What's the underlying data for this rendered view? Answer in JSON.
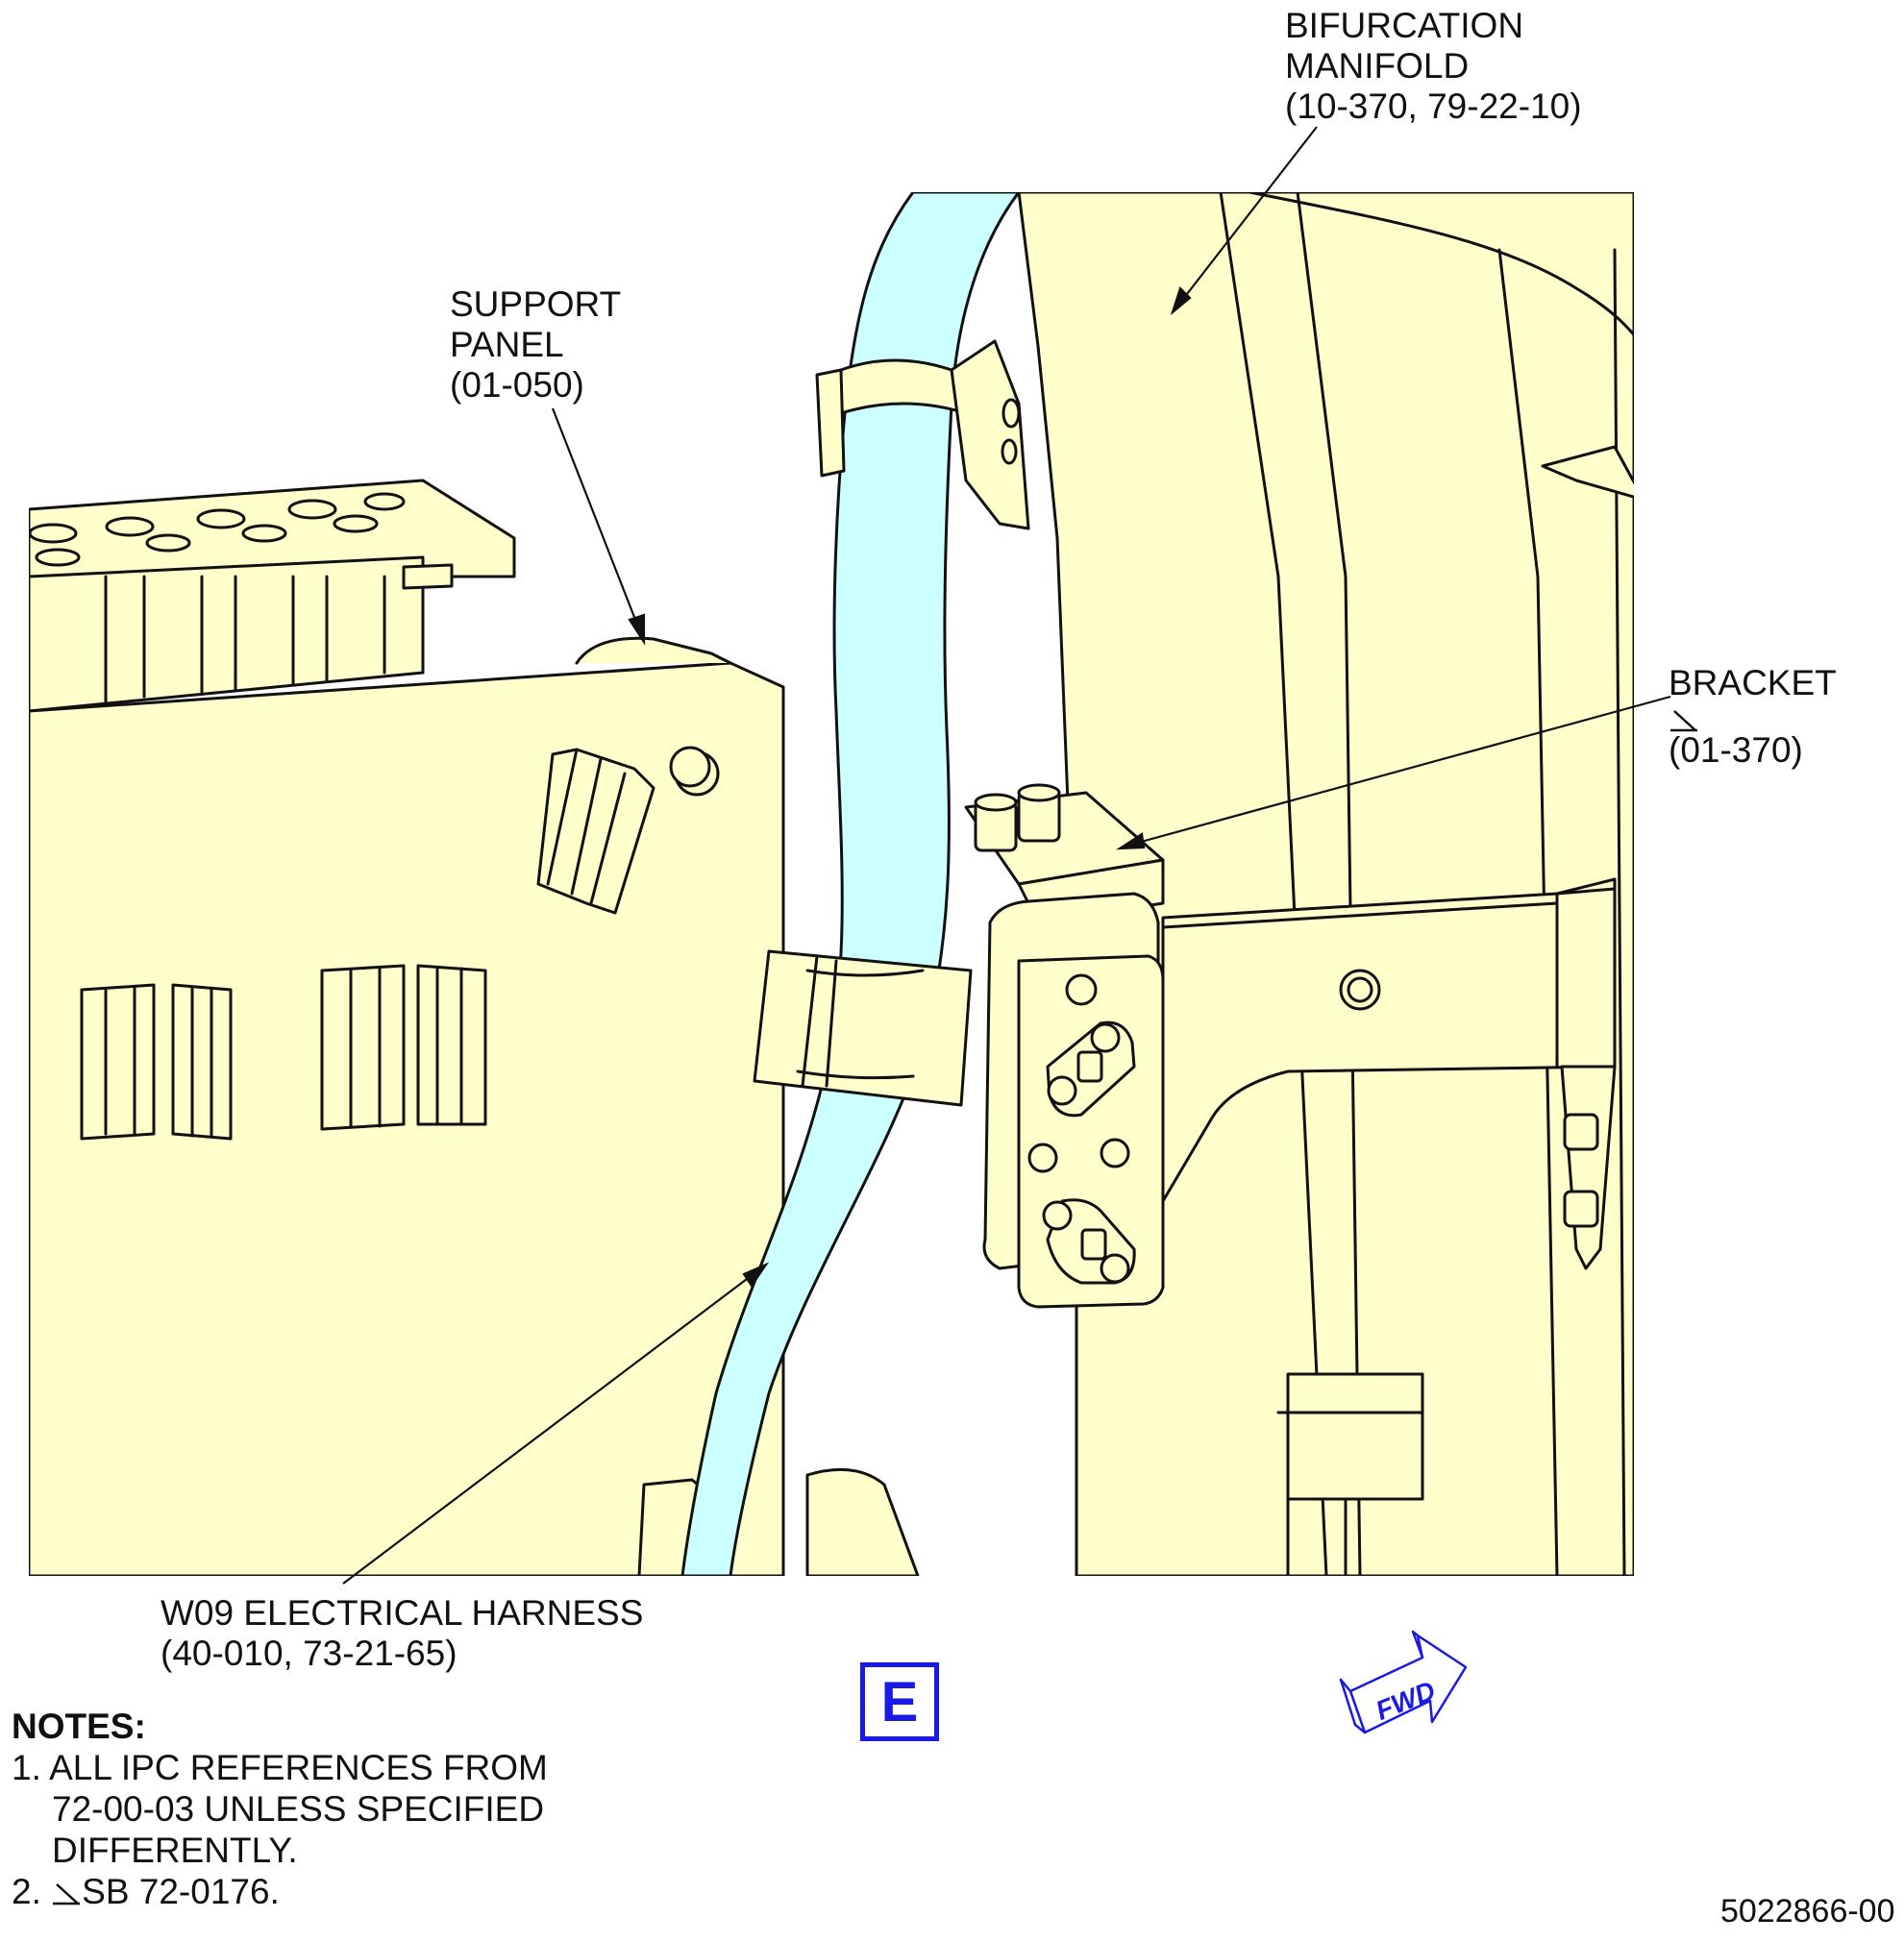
{
  "callouts": {
    "bifurcation": {
      "line1": "BIFURCATION",
      "line2": "MANIFOLD",
      "line3": "(10-370, 79-22-10)"
    },
    "support": {
      "line1": "SUPPORT",
      "line2": "PANEL",
      "line3": "(01-050)"
    },
    "bracket": {
      "line1": "BRACKET",
      "line2": "(01-370)"
    },
    "harness": {
      "line1": "W09 ELECTRICAL HARNESS",
      "line2": "(40-010, 73-21-65)"
    }
  },
  "view_label": "E",
  "fwd_label": "FWD",
  "notes": {
    "heading": "NOTES:",
    "n1a": "1. ALL IPC REFERENCES FROM",
    "n1b": "72-00-03 UNLESS SPECIFIED",
    "n1c": "DIFFERENTLY.",
    "n2_prefix": "2.",
    "n2": "SB 72-0176."
  },
  "figure_id": "5022866-00",
  "colors": {
    "part_fill": "#ffffcc",
    "harness_fill": "#ccffff",
    "accent": "#1a1ae6",
    "line": "#111111"
  }
}
